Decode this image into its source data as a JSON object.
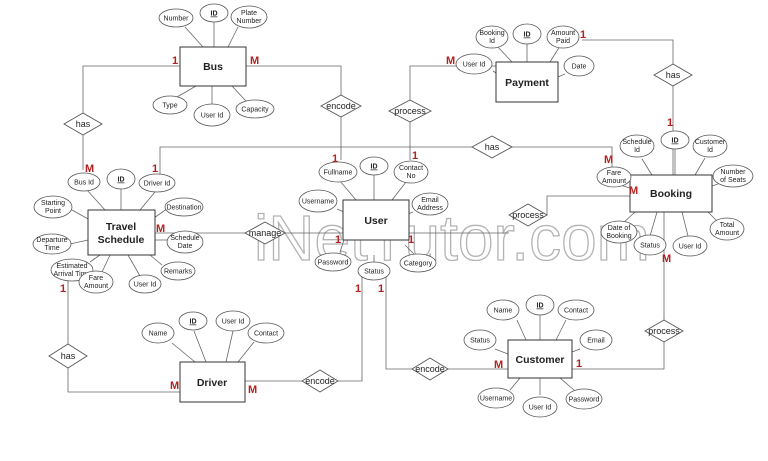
{
  "colors": {
    "cardinality": "#b22222",
    "line": "#666666",
    "entity_border": "#333333"
  },
  "watermark": "iNetTutor.com",
  "entities": {
    "bus": "Bus",
    "payment": "Payment",
    "travel_schedule": [
      "Travel",
      "Schedule"
    ],
    "user": "User",
    "booking": "Booking",
    "driver": "Driver",
    "customer": "Customer"
  },
  "attributes": {
    "bus": {
      "number": "Number",
      "id": "ID",
      "plate_number": [
        "Plate",
        "Number"
      ],
      "type": "Type",
      "user_id": "User Id",
      "capacity": "Capacity"
    },
    "payment": {
      "booking_id": [
        "Booking",
        "Id"
      ],
      "id": "ID",
      "amount_paid": [
        "Amount",
        "Paid"
      ],
      "user_id": "User Id",
      "date": "Date"
    },
    "travel_schedule": {
      "bus_id": "Bus Id",
      "id": "ID",
      "driver_id": "Driver Id",
      "starting_point": [
        "Starting",
        "Point"
      ],
      "destination": "Destination",
      "departure_time": [
        "Departure",
        "Time"
      ],
      "schedule_date": [
        "Schedule",
        "Date"
      ],
      "estimated_arrival_time": [
        "Estimated",
        "Arrival Time"
      ],
      "fare_amount": [
        "Fare",
        "Amount"
      ],
      "user_id": "User Id",
      "remarks": "Remarks"
    },
    "user": {
      "fullname": "Fullname",
      "id": "ID",
      "contact_no": [
        "Contact",
        "No"
      ],
      "username": "Username",
      "email_address": [
        "Email",
        "Address"
      ],
      "password": "Password",
      "status": "Status",
      "category": "Category"
    },
    "booking": {
      "schedule_id": [
        "Schedule",
        "Id"
      ],
      "id": "ID",
      "customer_id": [
        "Customer",
        "Id"
      ],
      "fare_amount": [
        "Fare",
        "Amount"
      ],
      "number_of_seats": [
        "Number",
        "of Seats"
      ],
      "date_of_booking": [
        "Date of",
        "Booking"
      ],
      "status": "Status",
      "user_id": "User Id",
      "total_amount": [
        "Total",
        "Amount"
      ]
    },
    "driver": {
      "name": "Name",
      "id": "ID",
      "user_id": "User Id",
      "contact": "Contact"
    },
    "customer": {
      "name": "Name",
      "id": "ID",
      "contact": "Contact",
      "status": "Status",
      "email": "Email",
      "username": "Username",
      "user_id": "User Id",
      "password": "Password"
    }
  },
  "relationships": {
    "bus_has": "has",
    "bus_encode": "encode",
    "payment_process": "process",
    "payment_has": "has",
    "user_has_booking": "has",
    "booking_process": "process",
    "manage": "manage",
    "driver_has": "has",
    "driver_encode": "encode",
    "customer_encode": "encode",
    "customer_process": "process"
  },
  "cardinality": {
    "bus_has_one": "1",
    "bus_encode_many": "M",
    "payment_booking_one": "1",
    "payment_process_many": "M",
    "has_booking_one": "1",
    "ts_bus_many": "M",
    "ts_driver_one": "1",
    "ts_manage_many": "M",
    "ts_has_one": "1",
    "user_encode_one": "1",
    "user_process_one": "1",
    "user_booking_one": "1",
    "user_manage_one": "1",
    "user_driver_one": "1",
    "user_customer_one": "1",
    "booking_has_many": "M",
    "booking_process_many": "M",
    "booking_customer_many": "M",
    "driver_has_many": "M",
    "driver_encode_many": "M",
    "customer_encode_many": "M",
    "customer_process_one": "1"
  }
}
